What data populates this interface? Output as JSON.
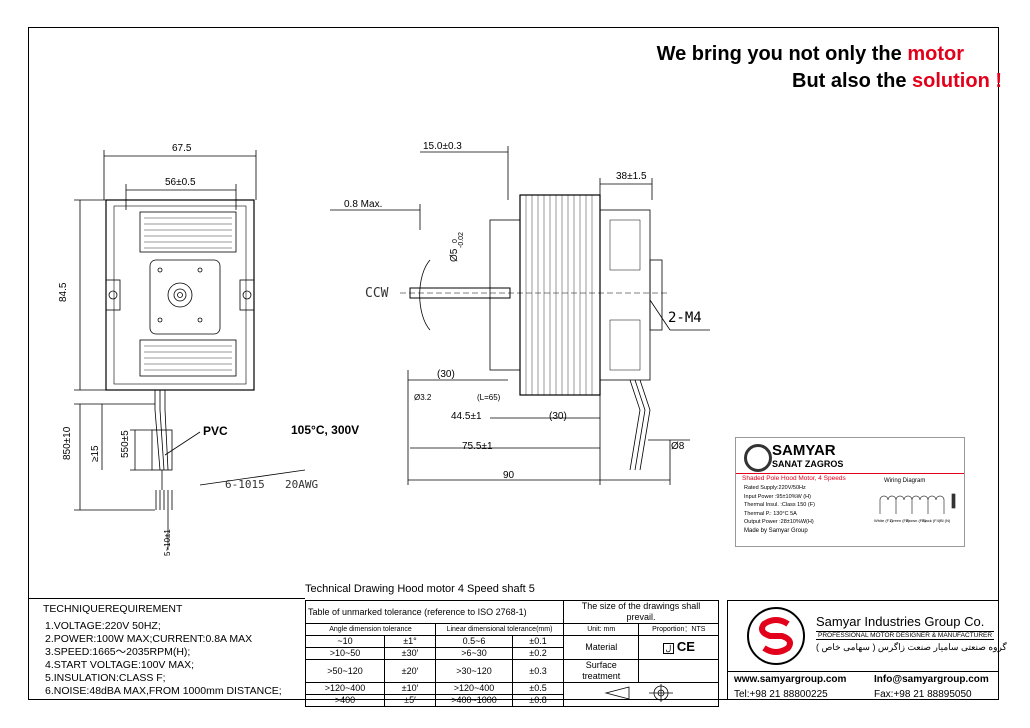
{
  "tagline": {
    "line1_black": "We bring you not only the ",
    "line1_red": "motor",
    "line2_black": "But also the ",
    "line2_red": "solution !"
  },
  "front_view": {
    "dim_675": "67.5",
    "dim_56": "56±0.5",
    "dim_845": "84.5",
    "dim_850": "850±10",
    "dim_550": "550±5",
    "dim_15": "≥15",
    "dim_510": "5~10±1",
    "pvc": "PVC",
    "temp_voltage": "105°C, 300V",
    "wire_spec_1": "6-1015",
    "wire_spec_2": "20AWG"
  },
  "side_view": {
    "dim_15_03": "15.0±0.3",
    "dim_38": "38±1.5",
    "dim_08": "0.8 Max.",
    "dim_phi5": "Ø5",
    "dim_phi5_tol_top": "0",
    "dim_phi5_tol_bot": "-0.02",
    "ccw": "CCW",
    "screw": "2-M4",
    "dim_30a": "(30)",
    "dim_phi32": "Ø3.2",
    "dim_l65": "(L=65)",
    "dim_445": "44.5±1",
    "dim_30b": "(30)",
    "dim_755": "75.5±1",
    "dim_phi8": "Ø8",
    "dim_90": "90"
  },
  "label_card": {
    "brand": "SAMYAR",
    "sub": "SANAT ZAGROS",
    "product": "Shaded Pole Hood Motor, 4 Speeds",
    "specs": [
      "Rated Supply:220V/50Hz",
      "Input Power :95±10%W (H)",
      "Thermal Insul. :Class 150 (F)",
      "Thermal P.: 130°C 5A",
      "Output Power :28±10%W(H)"
    ],
    "maker": "Made by Samyar Group",
    "wiring_title": "Wiring Diagram",
    "wires": [
      "White (F1)",
      "Green (F2)",
      "Brown (F3)",
      "Black (F4)",
      "Bl (N)"
    ]
  },
  "drawing_title": "Technical Drawing  Hood motor 4 Speed shaft 5",
  "requirements": {
    "heading": "TECHNIQUEREQUIREMENT",
    "items": [
      "1.VOLTAGE:220V 50HZ;",
      "2.POWER:100W MAX;CURRENT:0.8A MAX",
      "3.SPEED:1665～2035RPM(H);",
      "4.START VOLTAGE:100V MAX;",
      "5.INSULATION:CLASS F;",
      "6.NOISE:48dBA MAX,FROM 1000mm DISTANCE;"
    ]
  },
  "tolerance": {
    "title": "Table of unmarked tolerance (reference to ISO 2768-1)",
    "angle_header": "Angle dimension tolerance",
    "linear_header": "Linear dimensional tolerance(mm)",
    "rows": [
      [
        "~10",
        "±1°",
        "0.5~6",
        "±0.1"
      ],
      [
        ">10~50",
        "±30′",
        ">6~30",
        "±0.2"
      ],
      [
        ">50~120",
        "±20′",
        ">30~120",
        "±0.3"
      ],
      [
        ">120~400",
        "±10′",
        ">120~400",
        "±0.5"
      ],
      [
        ">400",
        "±5′",
        ">400~1000",
        "±0.8"
      ]
    ],
    "size_note": "The size of the drawings shall prevail.",
    "unit": "Unit: mm",
    "proportion": "Proportion：NTS",
    "material": "Material",
    "surface": "Surface treatment"
  },
  "company": {
    "name": "Samyar Industries Group Co.",
    "subtitle": "PROFESSIONAL MOTOR DESIGNER & MANUFACTURER",
    "persian": "گروه صنعتی سامیار صنعت زاگرس ( سهامی خاص )",
    "website": "www.samyargroup.com",
    "email": "Info@samyargroup.com",
    "tel": "Tel:+98 21 88800225",
    "fax": "Fax:+98 21 88895050"
  },
  "colors": {
    "accent_red": "#e3001b"
  }
}
